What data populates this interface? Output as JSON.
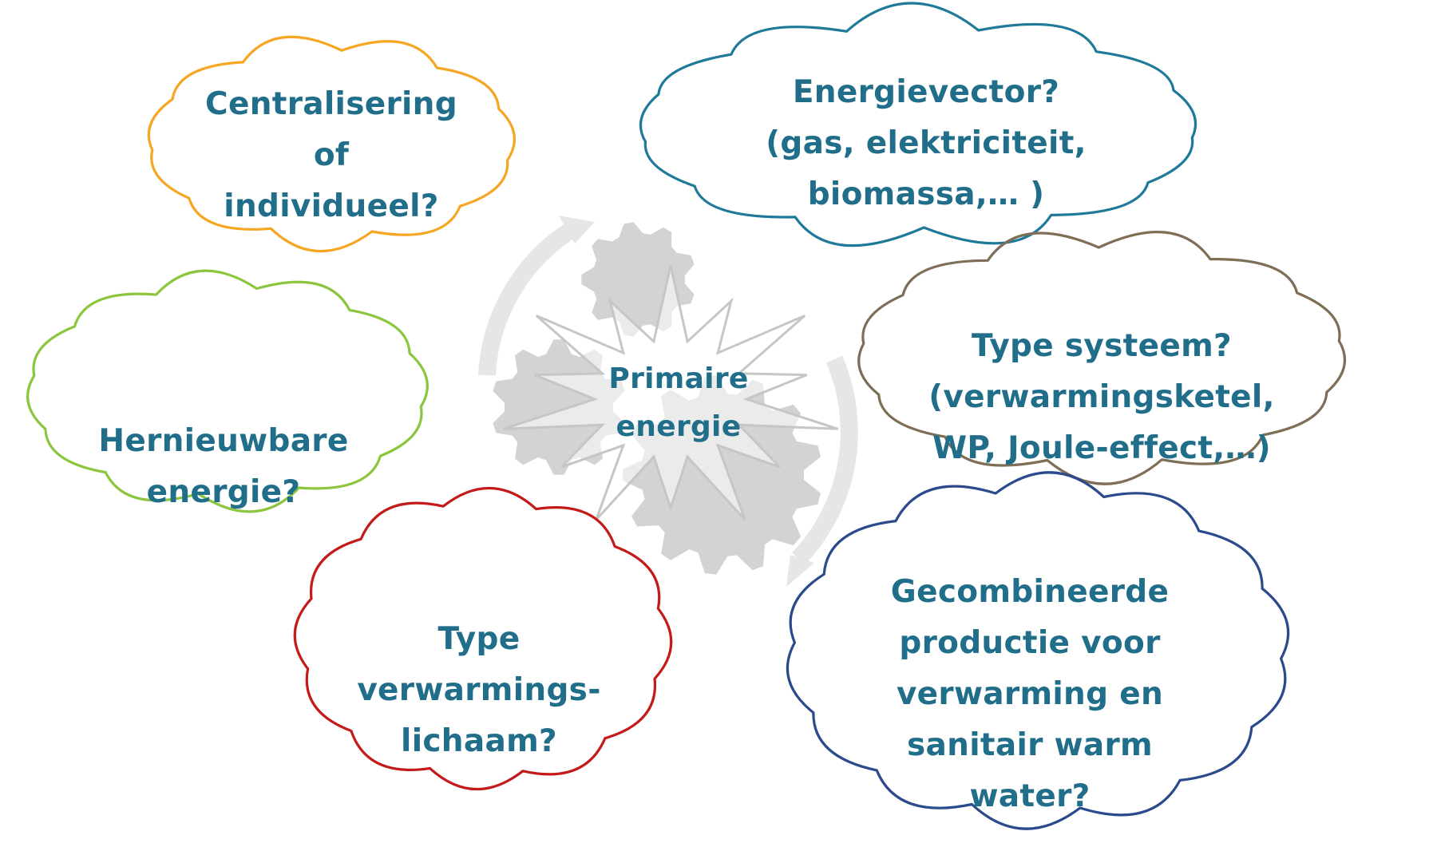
{
  "center": {
    "lines": [
      "Primaire",
      "energie"
    ],
    "graphic_color": "#d3d3d3"
  },
  "clouds": [
    {
      "id": "centralisering",
      "border_color": "#f5a623",
      "lines": [
        "Centralisering",
        "of",
        "individueel?"
      ]
    },
    {
      "id": "energievector",
      "border_color": "#1f7a9a",
      "lines": [
        "Energievector?",
        "(gas, elektriciteit,",
        "biomassa,… )"
      ]
    },
    {
      "id": "type-systeem",
      "border_color": "#7d6e55",
      "lines": [
        "Type systeem?",
        "(verwarmingsketel,",
        "WP, Joule-effect,…)"
      ]
    },
    {
      "id": "hernieuwbare",
      "border_color": "#8cc63f",
      "lines": [
        "Hernieuwbare",
        "energie?"
      ]
    },
    {
      "id": "verwarmingslichaam",
      "border_color": "#c41a1a",
      "lines": [
        "Type",
        "verwarmings-",
        "lichaam?"
      ]
    },
    {
      "id": "gecombineerde",
      "border_color": "#2b4a8c",
      "lines": [
        "Gecombineerde",
        "productie voor",
        "verwarming en",
        "sanitair warm",
        "water?"
      ]
    }
  ],
  "text_color": "#216e8a"
}
